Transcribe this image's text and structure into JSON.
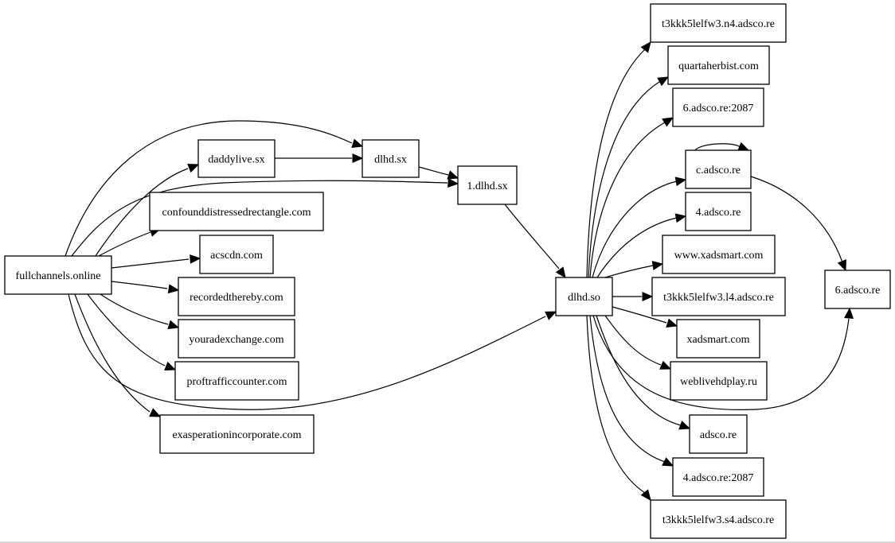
{
  "graph": {
    "nodes": {
      "fullchannels": "fullchannels.online",
      "daddylive": "daddylive.sx",
      "dlhd_sx": "dlhd.sx",
      "one_dlhd": "1.dlhd.sx",
      "confound": "confounddistressedrectangle.com",
      "acscdn": "acscdn.com",
      "recorded": "recordedthereby.com",
      "youradex": "youradexchange.com",
      "proftraffic": "proftrafficcounter.com",
      "exasperation": "exasperationincorporate.com",
      "dlhd_so": "dlhd.so",
      "t3_n4": "t3kkk5lelfw3.n4.adsco.re",
      "quarta": "quartaherbist.com",
      "six_2087": "6.adsco.re:2087",
      "c_adsco": "c.adsco.re",
      "four_adsco": "4.adsco.re",
      "www_xad": "www.xadsmart.com",
      "t3_l4": "t3kkk5lelfw3.l4.adsco.re",
      "xadsmart": "xadsmart.com",
      "weblive": "weblivehdplay.ru",
      "adsco": "adsco.re",
      "four_2087": "4.adsco.re:2087",
      "t3_s4": "t3kkk5lelfw3.s4.adsco.re",
      "six_adsco": "6.adsco.re"
    },
    "edges": [
      [
        "fullchannels",
        "daddylive"
      ],
      [
        "fullchannels",
        "dlhd_sx"
      ],
      [
        "fullchannels",
        "one_dlhd"
      ],
      [
        "fullchannels",
        "confound"
      ],
      [
        "fullchannels",
        "acscdn"
      ],
      [
        "fullchannels",
        "recorded"
      ],
      [
        "fullchannels",
        "youradex"
      ],
      [
        "fullchannels",
        "proftraffic"
      ],
      [
        "fullchannels",
        "exasperation"
      ],
      [
        "fullchannels",
        "dlhd_so"
      ],
      [
        "daddylive",
        "dlhd_sx"
      ],
      [
        "dlhd_sx",
        "one_dlhd"
      ],
      [
        "one_dlhd",
        "dlhd_so"
      ],
      [
        "dlhd_so",
        "t3_n4"
      ],
      [
        "dlhd_so",
        "quarta"
      ],
      [
        "dlhd_so",
        "six_2087"
      ],
      [
        "dlhd_so",
        "c_adsco"
      ],
      [
        "dlhd_so",
        "four_adsco"
      ],
      [
        "dlhd_so",
        "www_xad"
      ],
      [
        "dlhd_so",
        "t3_l4"
      ],
      [
        "dlhd_so",
        "xadsmart"
      ],
      [
        "dlhd_so",
        "weblive"
      ],
      [
        "dlhd_so",
        "adsco"
      ],
      [
        "dlhd_so",
        "four_2087"
      ],
      [
        "dlhd_so",
        "t3_s4"
      ],
      [
        "dlhd_so",
        "six_adsco"
      ],
      [
        "c_adsco",
        "c_adsco"
      ],
      [
        "c_adsco",
        "six_adsco"
      ]
    ]
  }
}
